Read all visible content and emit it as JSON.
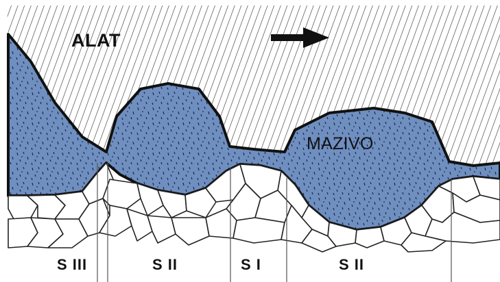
{
  "labels": {
    "tool": "ALAT",
    "lubricant": "MAZIVO"
  },
  "zones": [
    "S III",
    "S II",
    "S I",
    "S II"
  ],
  "colors": {
    "lubricant_fill": "#6f8fc0",
    "tool_hatch": "#333333",
    "outline": "#111111",
    "background": "#ffffff"
  },
  "icons": {
    "direction": "arrow-right-icon"
  }
}
